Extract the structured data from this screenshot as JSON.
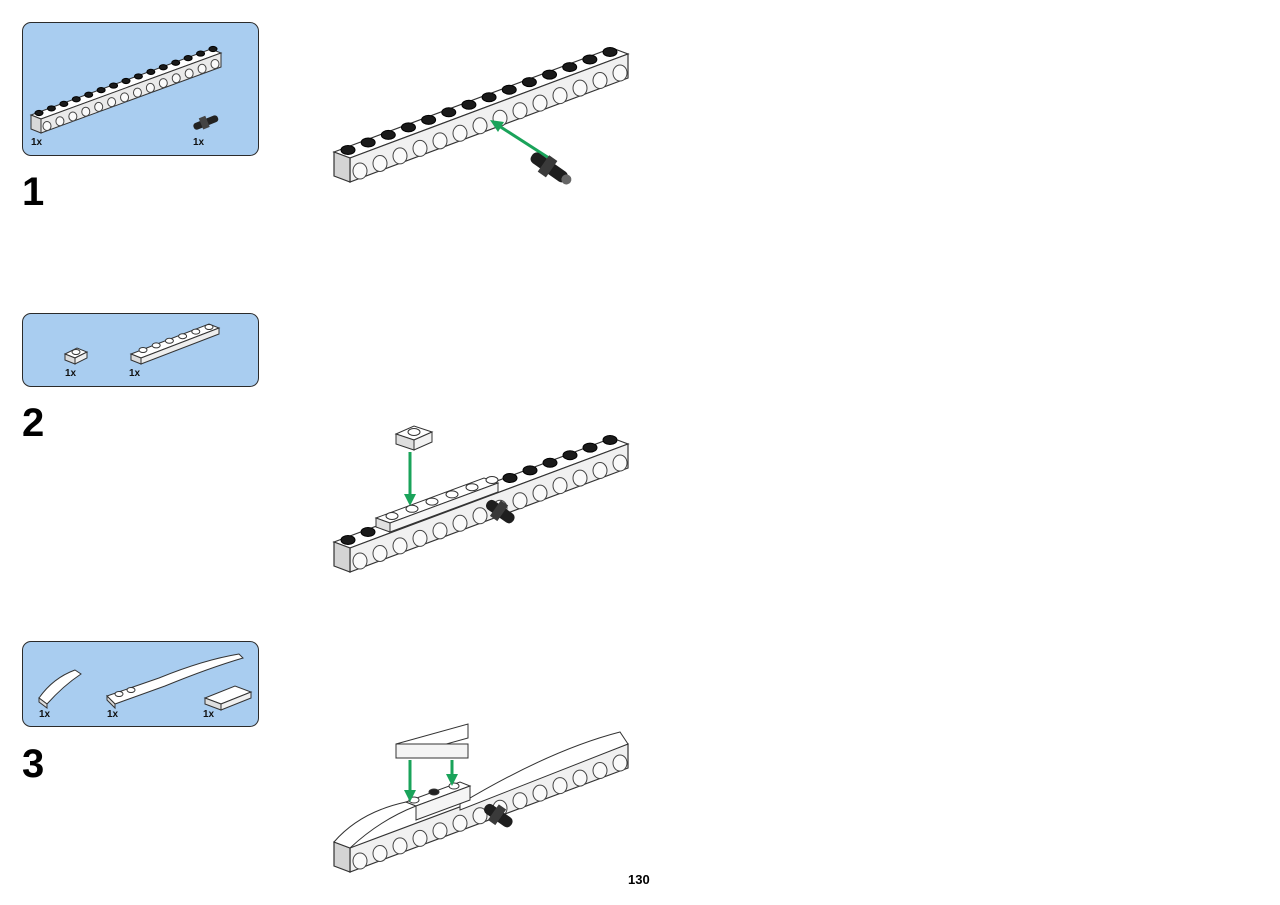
{
  "page": {
    "number": "130"
  },
  "steps": [
    {
      "number": "1",
      "parts": [
        {
          "qty": "1x"
        },
        {
          "qty": "1x"
        }
      ]
    },
    {
      "number": "2",
      "parts": [
        {
          "qty": "1x"
        },
        {
          "qty": "1x"
        }
      ]
    },
    {
      "number": "3",
      "parts": [
        {
          "qty": "1x"
        },
        {
          "qty": "1x"
        },
        {
          "qty": "1x"
        }
      ]
    }
  ],
  "colors": {
    "parts_box_bg": "#a9cdf0",
    "arrow": "#1aa35a",
    "brick_white": "#f4f4f4",
    "stud_black": "#1a1a1a"
  }
}
